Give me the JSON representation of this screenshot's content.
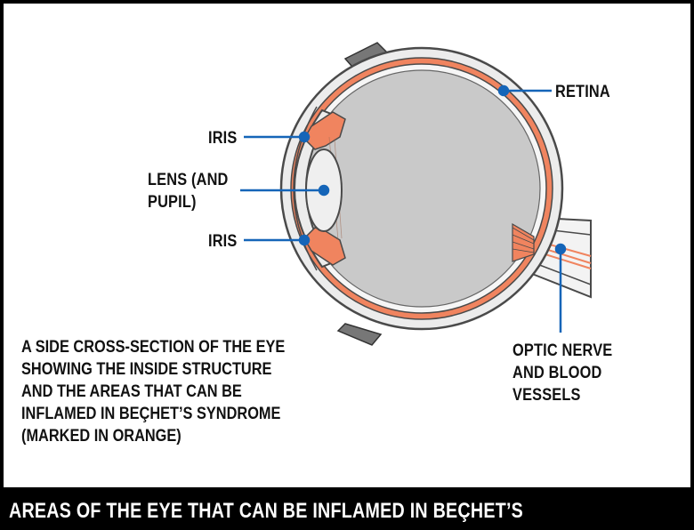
{
  "labels": {
    "retina": "RETINA",
    "iris_top": "IRIS",
    "lens": "LENS (AND\nPUPIL)",
    "iris_bottom": "IRIS",
    "optic_nerve": "OPTIC NERVE\nAND BLOOD\nVESSELS"
  },
  "caption": "A SIDE CROSS-SECTION OF THE EYE SHOWING THE INSIDE STRUCTURE AND THE AREAS THAT CAN BE INFLAMED IN BEÇHET’S SYNDROME (MARKED IN ORANGE)",
  "footer_title": "AREAS OF THE EYE THAT CAN BE INFLAMED IN BEÇHET’S",
  "colors": {
    "inflamed": "#f0845f",
    "vitreous": "#c9c9c9",
    "pointer": "#1565b8",
    "outline": "#4a4a4a"
  }
}
